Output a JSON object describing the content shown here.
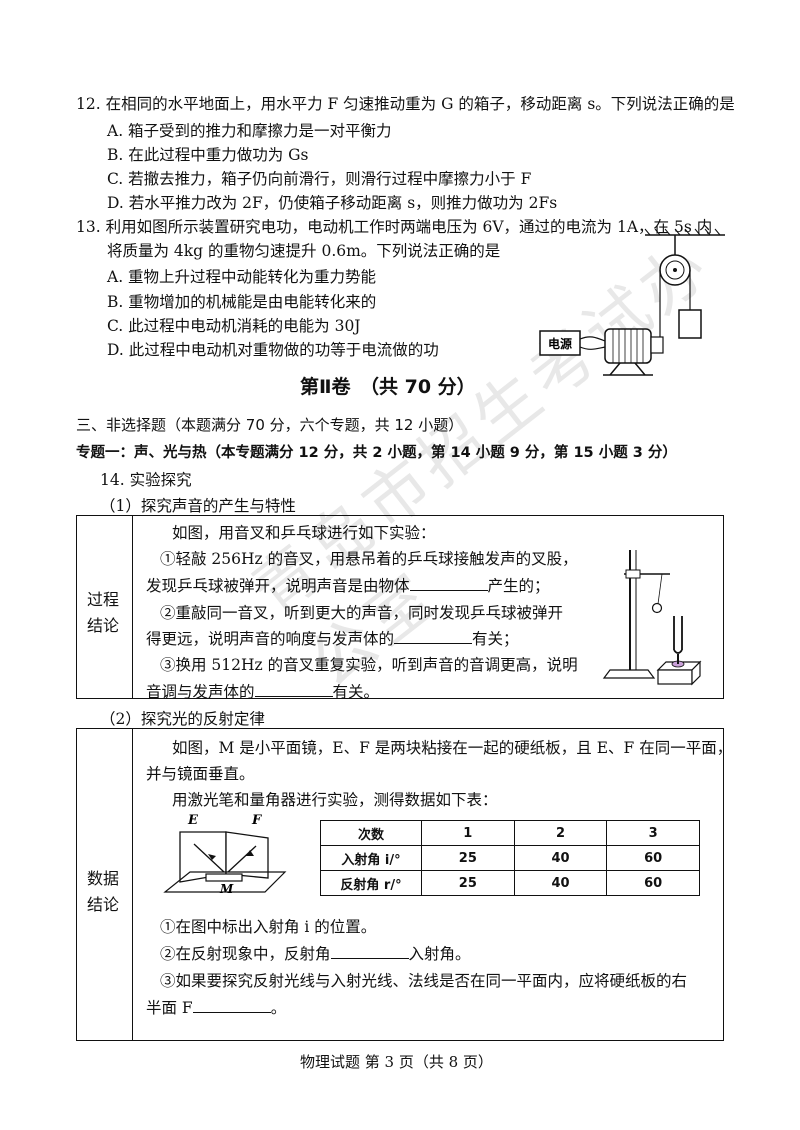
{
  "q12": {
    "stem": "12.  在相同的水平地面上，用水平力 F 匀速推动重为 G 的箱子，移动距离 s。下列说法正确的是",
    "options": [
      "A.  箱子受到的推力和摩擦力是一对平衡力",
      "B.  在此过程中重力做功为 Gs",
      "C.  若撤去推力，箱子仍向前滑行，则滑行过程中摩擦力小于 F",
      "D.  若水平推力改为 2F，仍使箱子移动距离 s，则推力做功为 2Fs"
    ]
  },
  "q13": {
    "stem1": "13.  利用如图所示装置研究电功，电动机工作时两端电压为 6V，通过的电流为 1A，在 5s 内",
    "stem2": "将质量为 4kg 的重物匀速提升 0.6m。下列说法正确的是",
    "options": [
      "A.  重物上升过程中动能转化为重力势能",
      "B.  重物增加的机械能是由电能转化来的",
      "C.  此过程中电动机消耗的电能为 30J",
      "D.  此过程中电动机对重物做的功等于电流做的功"
    ],
    "figure_label": "电源"
  },
  "section2_title": "第Ⅱ卷　（共 70 分）",
  "part3_heading": "三、非选择题（本题满分 70 分，六个专题，共 12 小题）",
  "topic1_heading": "专题一：声、光与热（本专题满分 12 分，共 2 小题，第 14 小题 9 分，第 15 小题 3 分）",
  "q14_title": "14.  实验探究",
  "sub1": {
    "title": "（1）探究声音的产生与特性",
    "side_label_1": "过程",
    "side_label_2": "结论",
    "l1": "如图，用音叉和乒乓球进行如下实验：",
    "l2a": "①轻敲 256Hz 的音叉，用悬吊着的乒乓球接触发声的叉股，",
    "l2b": "发现乒乓球被弹开，说明声音是由物体",
    "l2c": "产生的；",
    "l3a": "②重敲同一音叉，听到更大的声音，同时发现乒乓球被弹开",
    "l3b": "得更远，说明声音的响度与发声体的",
    "l3c": "有关；",
    "l4a": "③换用 512Hz 的音叉重复实验，听到声音的音调更高，说明",
    "l4b": "音调与发声体的",
    "l4c": "有关。"
  },
  "sub2": {
    "title": "（2）探究光的反射定律",
    "side_label_1": "数据",
    "side_label_2": "结论",
    "l1": "如图，M 是小平面镜，E、F 是两块粘接在一起的硬纸板，且 E、F 在同一平面，",
    "l2": "并与镜面垂直。",
    "l3": "用激光笔和量角器进行实验，测得数据如下表：",
    "fig_E": "E",
    "fig_F": "F",
    "fig_M": "M",
    "table": {
      "headers": [
        "次数",
        "1",
        "2",
        "3"
      ],
      "rows": [
        [
          "入射角 i/°",
          "25",
          "40",
          "60"
        ],
        [
          "反射角 r/°",
          "25",
          "40",
          "60"
        ]
      ]
    },
    "c1": "①在图中标出入射角 i 的位置。",
    "c2a": "②在反射现象中，反射角",
    "c2b": "入射角。",
    "c3a": "③如果要探究反射光线与入射光线、法线是否在同一平面内，应将硬纸板的右",
    "c3b": "半面 F",
    "c3c": "。"
  },
  "footer": "物理试题 第 3 页（共 8 页）"
}
